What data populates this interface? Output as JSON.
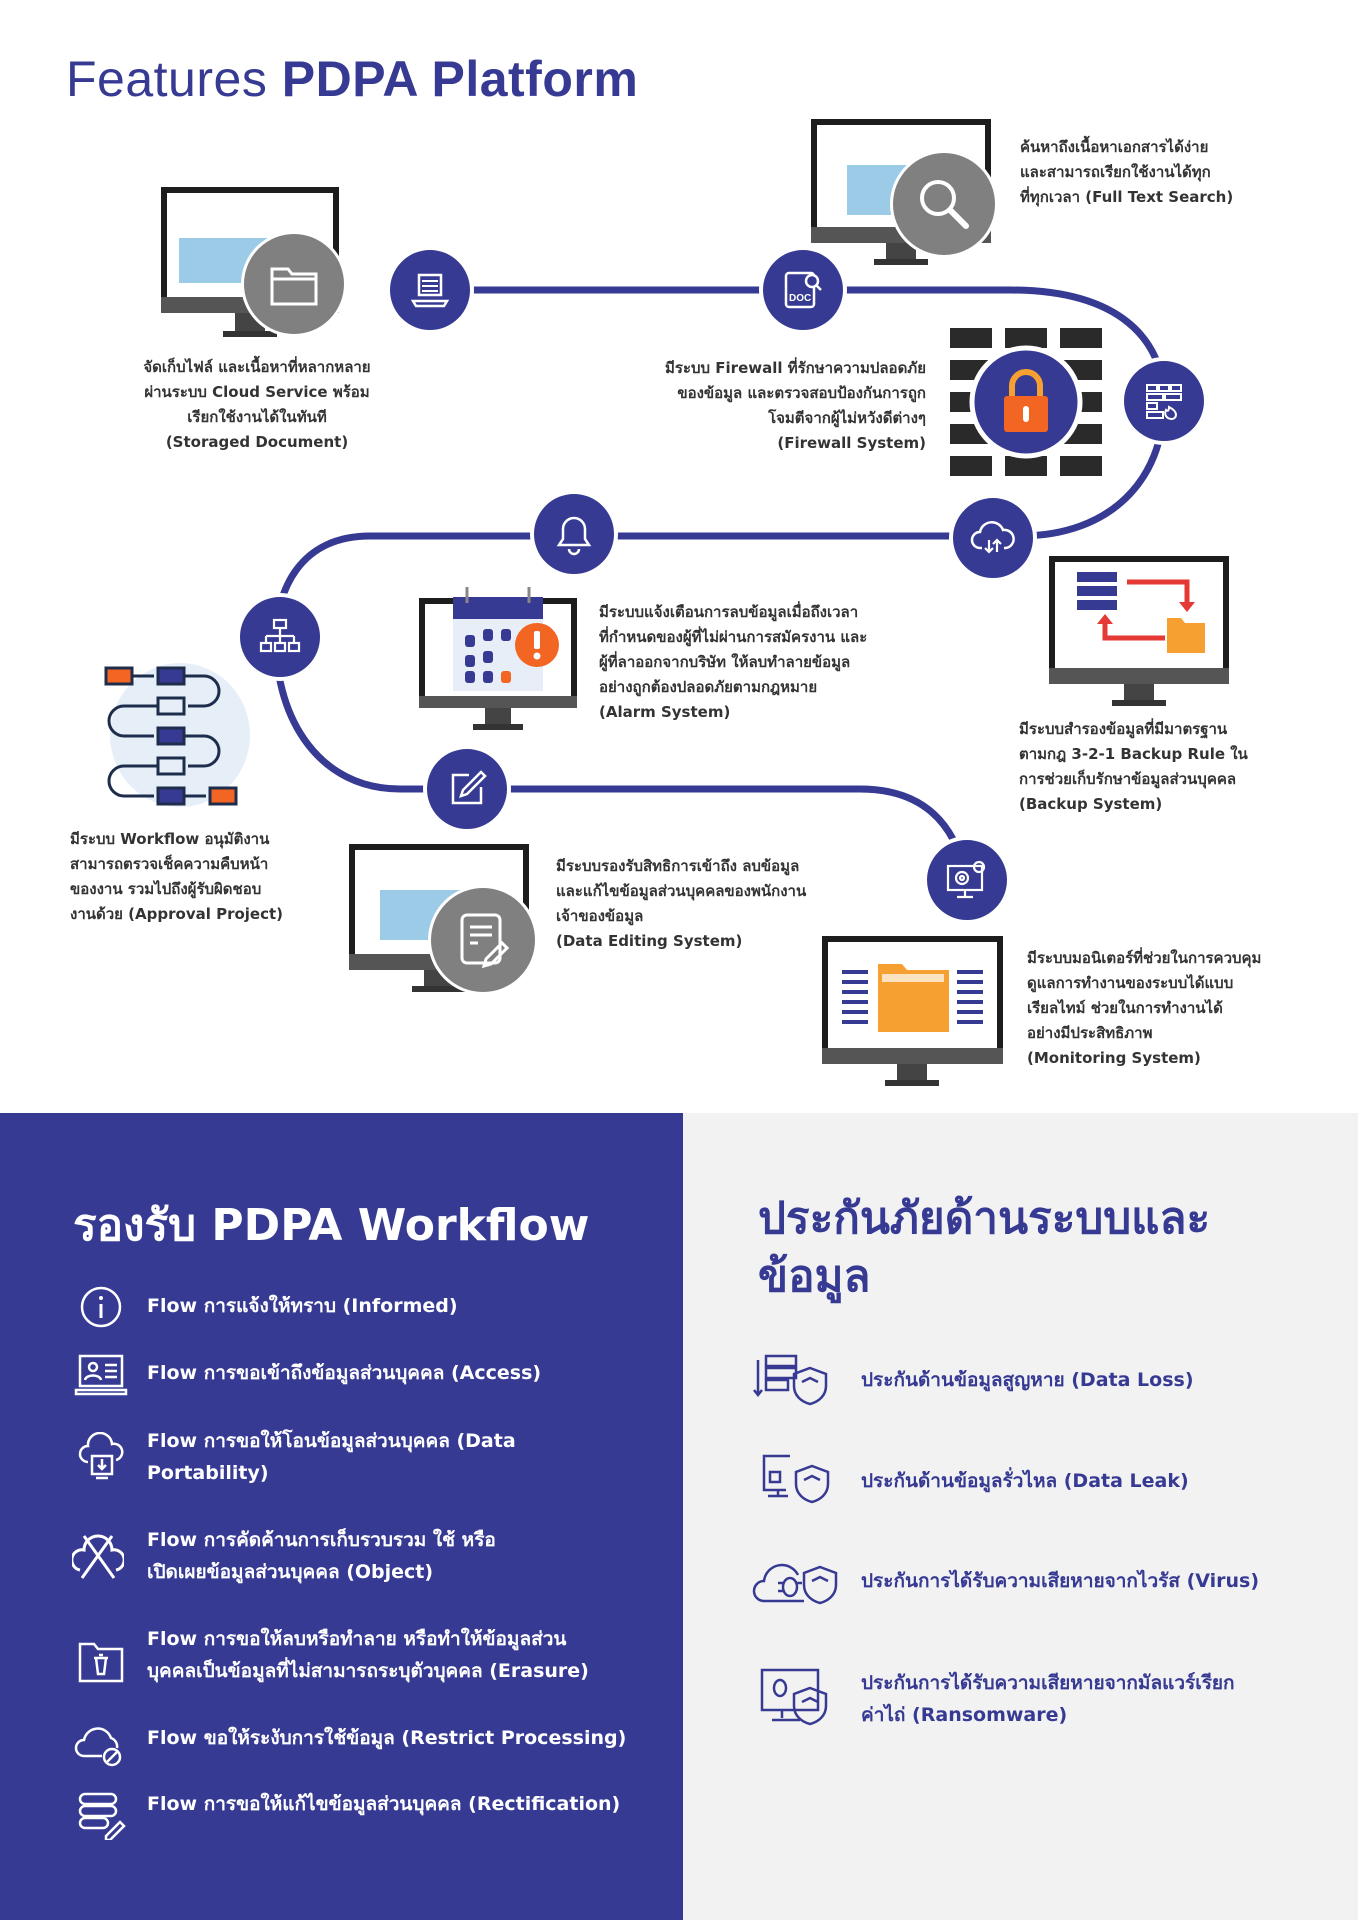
{
  "header": {
    "title_light": "Features",
    "title_bold": "PDPA Platform"
  },
  "features": {
    "storage": {
      "lines": [
        "จัดเก็บไฟล์ และเนื้อหาที่หลากหลาย",
        "ผ่านระบบ Cloud Service พร้อม",
        "เรียกใช้งานได้ในทันที",
        "(Storaged Document)"
      ]
    },
    "search": {
      "lines": [
        "ค้นหาถึงเนื้อหาเอกสารได้ง่าย",
        "และสามารถเรียกใช้งานได้ทุก",
        "ที่ทุกเวลา (Full Text Search)"
      ],
      "doc_label": "DOC"
    },
    "firewall": {
      "lines": [
        "มีระบบ Firewall ที่รักษาความปลอดภัย",
        "ของข้อมูล และตรวจสอบป้องกันการถูก",
        "โจมตีจากผู้ไม่หวังดีต่างๆ",
        "(Firewall System)"
      ]
    },
    "alarm": {
      "lines": [
        "มีระบบแจ้งเตือนการลบข้อมูลเมื่อถึงเวลา",
        "ที่กำหนดของผู้ที่ไม่ผ่านการสมัครงาน และ",
        "ผู้ที่ลาออกจากบริษัท ให้ลบทำลายข้อมูล",
        "อย่างถูกต้องปลอดภัยตามกฎหมาย",
        "(Alarm System)"
      ]
    },
    "backup": {
      "lines": [
        "มีระบบสำรองข้อมูลที่มีมาตรฐาน",
        "ตามกฎ 3-2-1 Backup Rule ใน",
        "การช่วยเก็บรักษาข้อมูลส่วนบุคคล",
        "(Backup System)"
      ]
    },
    "workflow": {
      "lines": [
        "มีระบบ Workflow อนุมัติงาน",
        "สามารถตรวจเช็คความคืบหน้า",
        "ของงาน รวมไปถึงผู้รับผิดชอบ",
        "งานด้วย (Approval Project)"
      ]
    },
    "editing": {
      "lines": [
        "มีระบบรองรับสิทธิการเข้าถึง ลบข้อมูล",
        "และแก้ไขข้อมูลส่วนบุคคลของพนักงาน",
        "เจ้าของข้อมูล",
        "(Data Editing System)"
      ]
    },
    "monitoring": {
      "lines": [
        "มีระบบมอนิเตอร์ที่ช่วยในการควบคุม",
        "ดูแลการทำงานของระบบได้แบบ",
        "เรียลไทม์ ช่วยในการทำงานได้",
        "อย่างมีประสิทธิภาพ",
        "(Monitoring System)"
      ]
    }
  },
  "workflow_section": {
    "title": "รองรับ PDPA Workflow",
    "items": [
      {
        "lines": [
          "Flow การแจ้งให้ทราบ (Informed)"
        ],
        "icon": "info-icon"
      },
      {
        "lines": [
          "Flow การขอเข้าถึงข้อมูลส่วนบุคคล (Access)"
        ],
        "icon": "profile-screen-icon"
      },
      {
        "lines": [
          "Flow การขอให้โอนข้อมูลส่วนบุคคล (Data",
          "Portability)"
        ],
        "icon": "cloud-transfer-icon"
      },
      {
        "lines": [
          "Flow การคัดค้านการเก็บรวบรวม ใช้ หรือ",
          "เปิดเผยข้อมูลส่วนบุคคล (Object)"
        ],
        "icon": "cloud-cross-icon"
      },
      {
        "lines": [
          "Flow การขอให้ลบหรือทำลาย หรือทำให้ข้อมูลส่วน",
          "บุคคลเป็นข้อมูลที่ไม่สามารถระบุตัวบุคคล (Erasure)"
        ],
        "icon": "folder-trash-icon"
      },
      {
        "lines": [
          "Flow ขอให้ระงับการใช้ข้อมูล (Restrict Processing)"
        ],
        "icon": "cloud-block-icon"
      },
      {
        "lines": [
          "Flow การขอให้แก้ไขข้อมูลส่วนบุคคล (Rectification)"
        ],
        "icon": "database-edit-icon"
      }
    ]
  },
  "insurance_section": {
    "title_lines": [
      "ประกันภัยด้านระบบและ",
      "ข้อมูล"
    ],
    "items": [
      {
        "lines": [
          "ประกันด้านข้อมูลสูญหาย (Data Loss)"
        ],
        "icon": "server-shield-icon"
      },
      {
        "lines": [
          "ประกันด้านข้อมูลรั่วไหล (Data Leak)"
        ],
        "icon": "computer-shield-icon"
      },
      {
        "lines": [
          "ประกันการได้รับความเสียหายจากไวรัส (Virus)"
        ],
        "icon": "cloud-bug-shield-icon"
      },
      {
        "lines": [
          "ประกันการได้รับความเสียหายจากมัลแวร์เรียก",
          "ค่าไถ่ (Ransomware)"
        ],
        "icon": "monitor-bug-shield-icon"
      }
    ]
  },
  "colors": {
    "brand": "#363a93",
    "accent": "#f26522",
    "folder": "#f7a032",
    "alert": "#e53935"
  }
}
